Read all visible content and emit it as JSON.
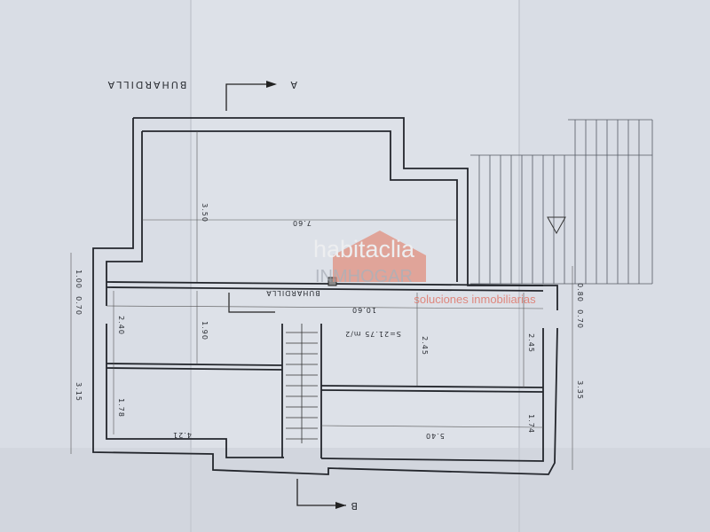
{
  "plan": {
    "title": "BUHARDILLA",
    "room_label": "BUHARDILLA",
    "area": "S=21.75 m/2",
    "section_a": "A",
    "section_b": "B",
    "dimensions": {
      "top_height": "3.50",
      "top_width": "7.60",
      "mid_width": "10.60",
      "left_1": "1.00",
      "left_2": "0.70",
      "left_3": "3.15",
      "inner_left_1": "2.40",
      "inner_left_2": "1.78",
      "inner_mid": "1.90",
      "bottom_left": "4.21",
      "center_height": "2.45",
      "right_height": "2.45",
      "bottom_right": "5.40",
      "right_small": "1.74",
      "right_1": "0.80",
      "right_2": "0.70",
      "right_3": "3.35"
    }
  },
  "watermark": {
    "brand": "habitaclia",
    "agency": "INMHOGAR",
    "tagline": "soluciones inmobiliarias",
    "color": "#e0695a"
  }
}
